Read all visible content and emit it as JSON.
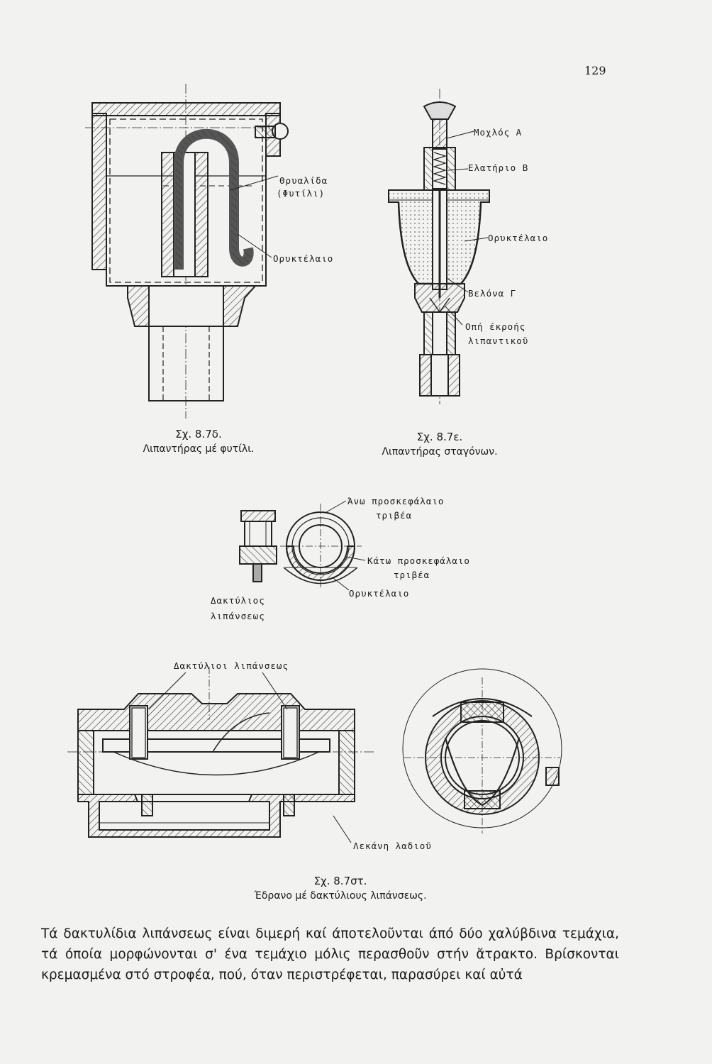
{
  "page": {
    "number": "129"
  },
  "fig_76": {
    "labels": {
      "wick_line1": "Θρυαλίδα",
      "wick_line2": "(Φυτίλι)",
      "oil": "Ορυκτέλαιο"
    },
    "caption": {
      "number": "Σχ. 8.7δ.",
      "title": "Λιπαντήρας μέ φυτίλι."
    }
  },
  "fig_7e": {
    "labels": {
      "lever": "Μοχλός Α",
      "spring": "Ελατήριο Β",
      "oil": "Ορυκτέλαιο",
      "needle": "Βελόνα Γ",
      "hole_line1": "Οπή έκροής",
      "hole_line2": "λιπαντικοῦ"
    },
    "caption": {
      "number": "Σχ. 8.7ε.",
      "title": "Λιπαντήρας σταγόνων."
    }
  },
  "fig_ring": {
    "labels": {
      "upper_line1": "Άνω προσκεφάλαιο",
      "upper_line2": "τριβέα",
      "lower_line1": "Κάτω προσκεφάλαιο",
      "lower_line2": "τριβέα",
      "oil": "Ορυκτέλαιο",
      "ring_line1": "Δακτύλιος",
      "ring_line2": "λιπάνσεως"
    }
  },
  "fig_7st": {
    "labels": {
      "rings": "Δακτύλιοι λιπάνσεως",
      "sump": "Λεκάνη λαδιοῦ"
    },
    "caption": {
      "number": "Σχ. 8.7στ.",
      "title": "Έδρανο μέ δακτύλιους λιπάνσεως."
    }
  },
  "body_text": "Τά δακτυλίδια λιπάνσεως είναι διμερή καί άποτελοῦνται άπό δύο χαλύβδινα τεμάχια, τά όποία μορφώνονται σ' ένα τεμάχιο μόλις περασθοῦν στήν ἄτρακτο. Βρίσκονται κρεμασμένα στό στροφέα, πού, όταν περιστρέφεται, παρασύρει καί αὐτά"
}
